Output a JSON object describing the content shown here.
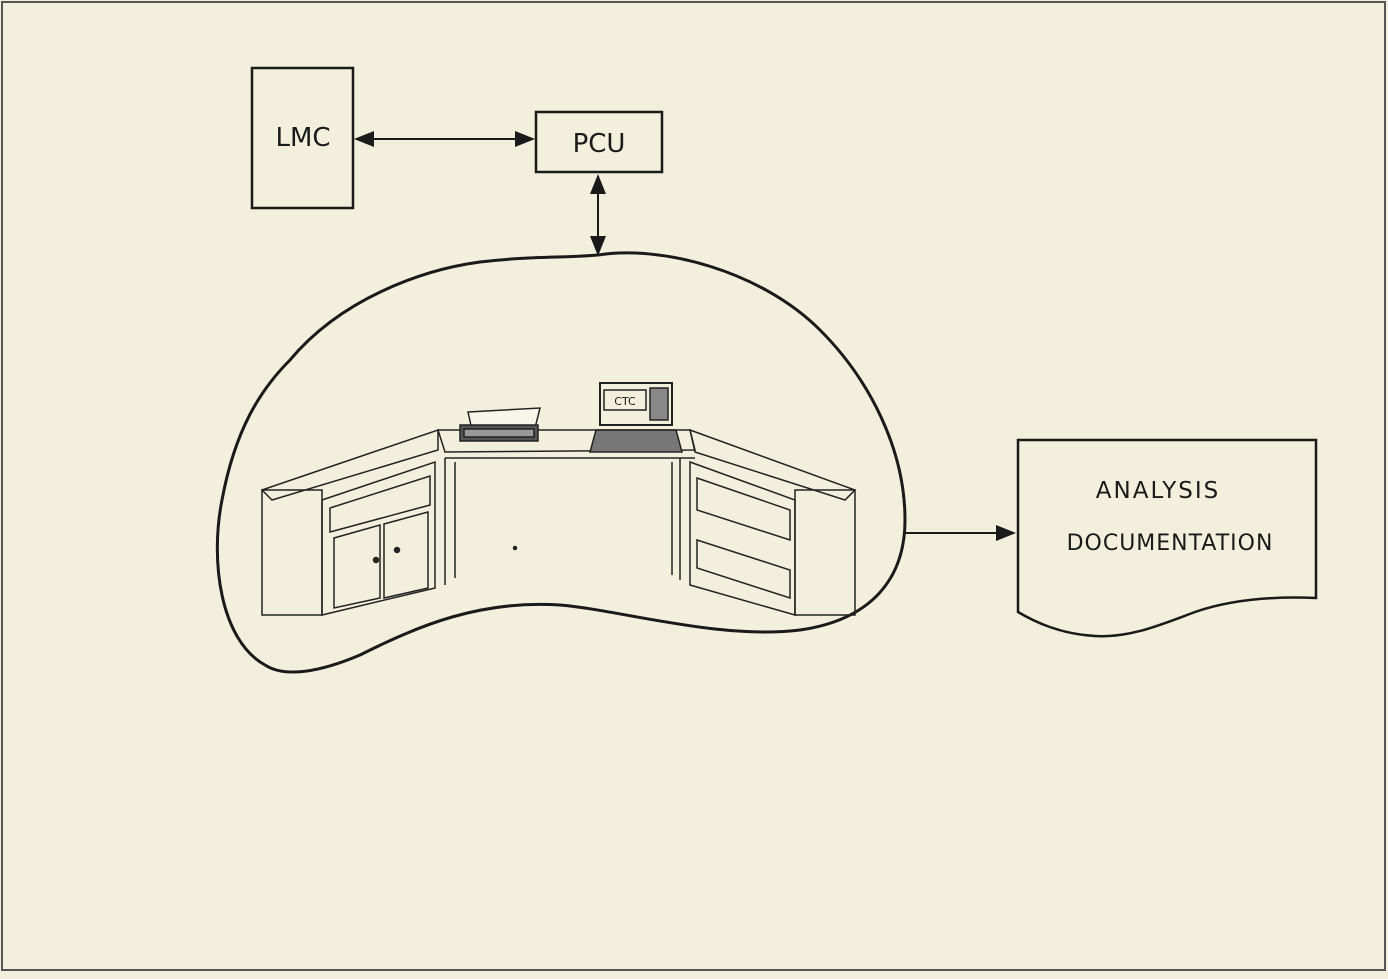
{
  "diagram": {
    "nodes": {
      "lmc": {
        "label": "LMC"
      },
      "pcu": {
        "label": "PCU"
      },
      "ctc": {
        "label": "CTC"
      },
      "document": {
        "label_line1": "ANALYSIS",
        "label_line2": "DOCUMENTATION"
      }
    },
    "edges": [
      {
        "from": "LMC",
        "to": "PCU",
        "style": "bidirectional"
      },
      {
        "from": "PCU",
        "to": "workstation",
        "style": "bidirectional"
      },
      {
        "from": "workstation",
        "to": "ANALYSIS DOCUMENTATION",
        "style": "directed"
      }
    ]
  },
  "colors": {
    "background": "#f2f0dc",
    "ink": "#1a1a1a"
  }
}
